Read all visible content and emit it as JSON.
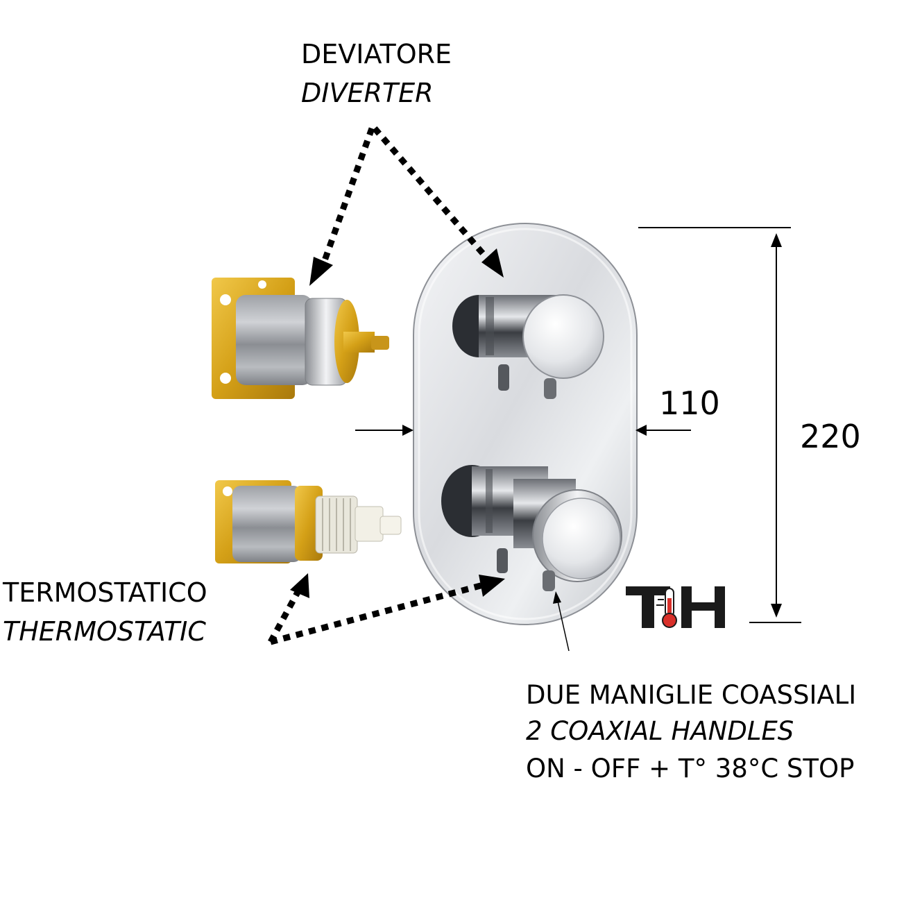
{
  "labels": {
    "diverter_it": "DEVIATORE",
    "diverter_en": "DIVERTER",
    "thermo_it": "TERMOSTATICO",
    "thermo_en": "THERMOSTATIC",
    "handles_it": "DUE MANIGLIE COASSIALI",
    "handles_en": "2 COAXIAL HANDLES",
    "handles_spec": "ON - OFF + T°   38°C STOP"
  },
  "dimensions": {
    "width": "110",
    "height": "220"
  },
  "logo": {
    "text": "TH",
    "thermometer_color": "#d9302a"
  },
  "colors": {
    "brass": "#d4a017",
    "chrome": "#c9ccd1"
  }
}
